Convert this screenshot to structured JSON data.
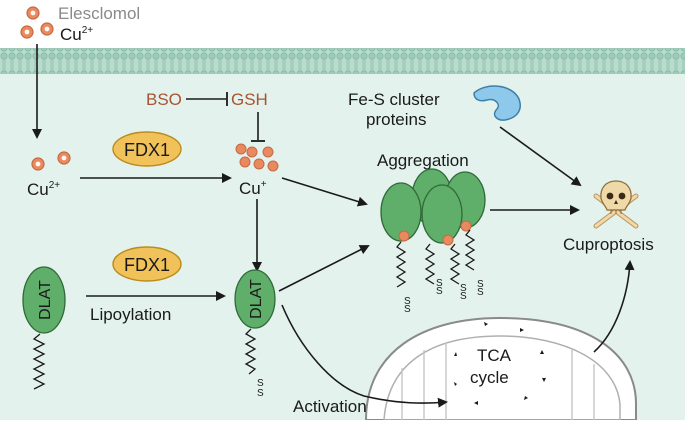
{
  "labels": {
    "elesclomol": "Elesclomol",
    "cu2_top": "Cu",
    "cu2_top_sup": "2+",
    "cu2_mid": "Cu",
    "cu2_mid_sup": "2+",
    "cu_plus": "Cu",
    "cu_plus_sup": "+",
    "bso": "BSO",
    "gsh": "GSH",
    "fdx1_top": "FDX1",
    "fdx1_bottom": "FDX1",
    "fes_line1": "Fe-S cluster",
    "fes_line2": "proteins",
    "aggregation": "Aggregation",
    "cuproptosis": "Cuproptosis",
    "dlat_left": "DLAT",
    "dlat_mid": "DLAT",
    "lipoylation": "Lipoylation",
    "tca_line1": "TCA",
    "tca_line2": "cycle",
    "activation": "Activation",
    "sulfur": "S"
  },
  "colors": {
    "membrane": "#b9dccf",
    "cytoplasm": "#e4f2ee",
    "copper": "#e9895f",
    "copper_label": "#a8542f",
    "fdx1_fill": "#f1c25a",
    "fdx1_stroke": "#b98c1e",
    "protein_green": "#5fae6a",
    "protein_green_dark": "#2f6a38",
    "fes_blue": "#8ec8ea",
    "skull": "#f0d9a8",
    "mito_gray": "#8a8a8a"
  },
  "icons": [
    "skull-crossbones-icon",
    "fe-s-protein-icon",
    "mitochondrion-icon"
  ]
}
